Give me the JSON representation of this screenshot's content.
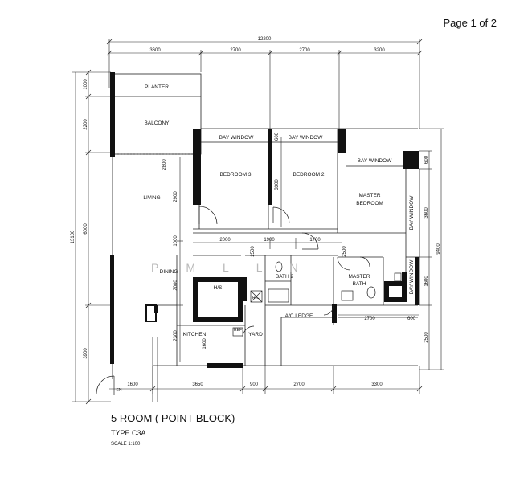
{
  "page": {
    "indicator": "Page 1 of 2"
  },
  "plan": {
    "overall_width": "12200",
    "overall_height": "13100",
    "right_total": "9400",
    "top_dims": [
      "3600",
      "2700",
      "2700",
      "3200"
    ],
    "bottom_dims": [
      "1600",
      "3650",
      "900",
      "2700",
      "3300"
    ],
    "left_dims": [
      "1000",
      "2200",
      "6000",
      "3900"
    ],
    "right_dims": [
      "600",
      "3600",
      "1600",
      "2500"
    ],
    "inner_dims": {
      "living_h": "2900",
      "living_w": "2800",
      "bath_gap_1": "1000",
      "dining_h": "2000",
      "kitchen_h": "2300",
      "kitchen_w": "1600",
      "bed3_to_bed2": "2000",
      "bed2_w": "1900",
      "bath_w": "1700",
      "corr_1": "2500",
      "corr_2": "2500",
      "bed2_h": "3300",
      "bay_600": "600",
      "master_bath_w": "2700",
      "master_bath_side": "600"
    },
    "rooms": {
      "planter": "PLANTER",
      "balcony": "BALCONY",
      "living": "LIVING",
      "dining": "DINING",
      "bedroom3": "BEDROOM 3",
      "bedroom2": "BEDROOM 2",
      "master_bedroom_l1": "MASTER",
      "master_bedroom_l2": "BEDROOM",
      "bay_window_b3": "BAY WINDOW",
      "bay_window_b2": "BAY WINDOW",
      "bay_window_mb": "BAY WINDOW",
      "bay_window_side1": "BAY WINDOW",
      "bay_window_side2": "BAY WINDOW",
      "bath2": "BATH 2",
      "master_bath_l1": "MASTER",
      "master_bath_l2": "BATH",
      "hs": "H/S",
      "kitchen": "KITCHEN",
      "yard": "YARD",
      "ac_ledge": "A/C LEDGE",
      "refuse_chute": "REF",
      "rc_label": "R.C.",
      "entrance": "EN"
    },
    "watermark": "PMLLN"
  },
  "title": {
    "main": "5 ROOM ( POINT BLOCK)",
    "type": "TYPE C3A",
    "scale": "SCALE 1:100"
  },
  "colors": {
    "wall": "#111111",
    "line": "#222222",
    "background": "#ffffff"
  }
}
